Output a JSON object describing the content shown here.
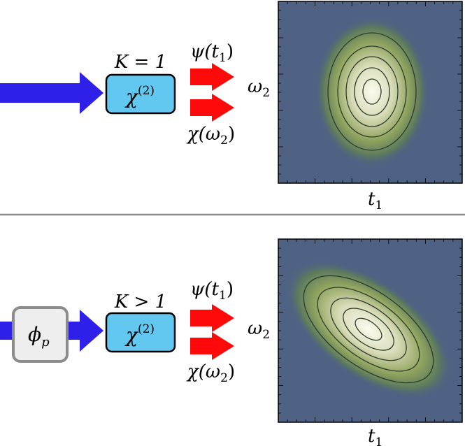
{
  "top": {
    "k_label": "K = 1",
    "crystal_label": "χ",
    "crystal_sup": "(2)",
    "time_mode": "ψ(t",
    "time_sub": "1",
    "time_close": ")",
    "freq_mode": "χ(ω",
    "freq_sub": "2",
    "freq_close": ")",
    "y_axis": "ω",
    "y_axis_sub": "2",
    "x_axis": "t",
    "x_axis_sub": "1"
  },
  "bottom": {
    "shaper_label": "ϕ",
    "shaper_sub": "p",
    "k_label": "K > 1",
    "crystal_label": "χ",
    "crystal_sup": "(2)",
    "time_mode": "ψ(t",
    "time_sub": "1",
    "time_close": ")",
    "freq_mode": "χ(ω",
    "freq_sub": "2",
    "freq_close": ")",
    "y_axis": "ω",
    "y_axis_sub": "2",
    "x_axis": "t",
    "x_axis_sub": "1"
  },
  "colors": {
    "pump_arrow": "#2e20e8",
    "output_arrow": "#ff0a0a",
    "crystal_fill": "#63c8ef",
    "shaper_fill": "#eeeeee",
    "shaper_stroke": "#8c8c8c",
    "plot_bg": "#4f6283",
    "contour": "#2c3b2c",
    "divider": "#8c8c8c"
  }
}
